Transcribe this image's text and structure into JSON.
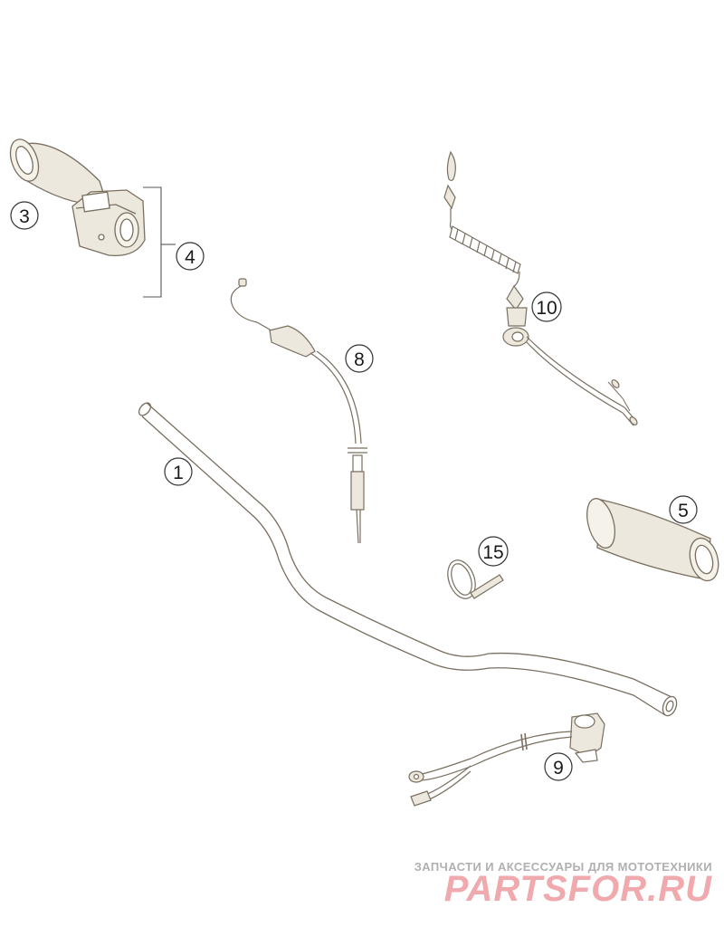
{
  "diagram": {
    "callouts": [
      {
        "id": "1",
        "label": "1"
      },
      {
        "id": "3",
        "label": "3"
      },
      {
        "id": "4",
        "label": "4"
      },
      {
        "id": "5",
        "label": "5"
      },
      {
        "id": "8",
        "label": "8"
      },
      {
        "id": "9",
        "label": "9"
      },
      {
        "id": "10",
        "label": "10"
      },
      {
        "id": "15",
        "label": "15"
      }
    ]
  },
  "watermark": {
    "tagline": "ЗАПЧАСТИ И АКСЕССУАРЫ ДЛЯ МОТОТЕХНИКИ",
    "brand": "PARTSFOR.RU"
  },
  "colors": {
    "line": "#7a6f60",
    "fill_light": "#ece8dd",
    "watermark_grey": "#b0b0b0",
    "watermark_red": "#f0a9ad"
  }
}
